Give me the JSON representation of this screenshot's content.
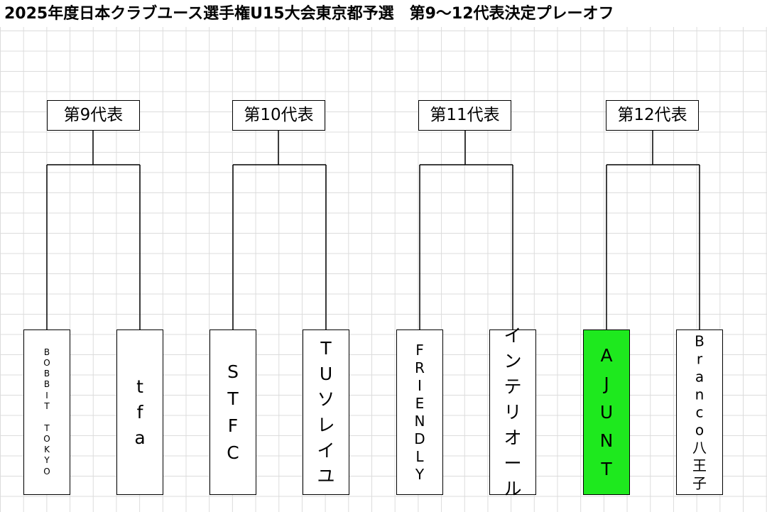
{
  "title": "2025年度日本クラブユース選手権U15大会東京都予選　第9〜12代表決定プレーオフ",
  "colors": {
    "winner_fill": "#1ee91e",
    "line": "#000000",
    "grid": "#dcdcdc"
  },
  "brackets": [
    {
      "label": "第9代表",
      "teams": [
        "BOBBIT TOKYO",
        "tfa"
      ],
      "winner": null
    },
    {
      "label": "第10代表",
      "teams": [
        "STFC",
        "TUソレイユ"
      ],
      "winner": null
    },
    {
      "label": "第11代表",
      "teams": [
        "FRIENDLY",
        "インテリオール"
      ],
      "winner": null
    },
    {
      "label": "第12代表",
      "teams": [
        "AJUNT",
        "Branco八王子"
      ],
      "winner": 0
    }
  ]
}
